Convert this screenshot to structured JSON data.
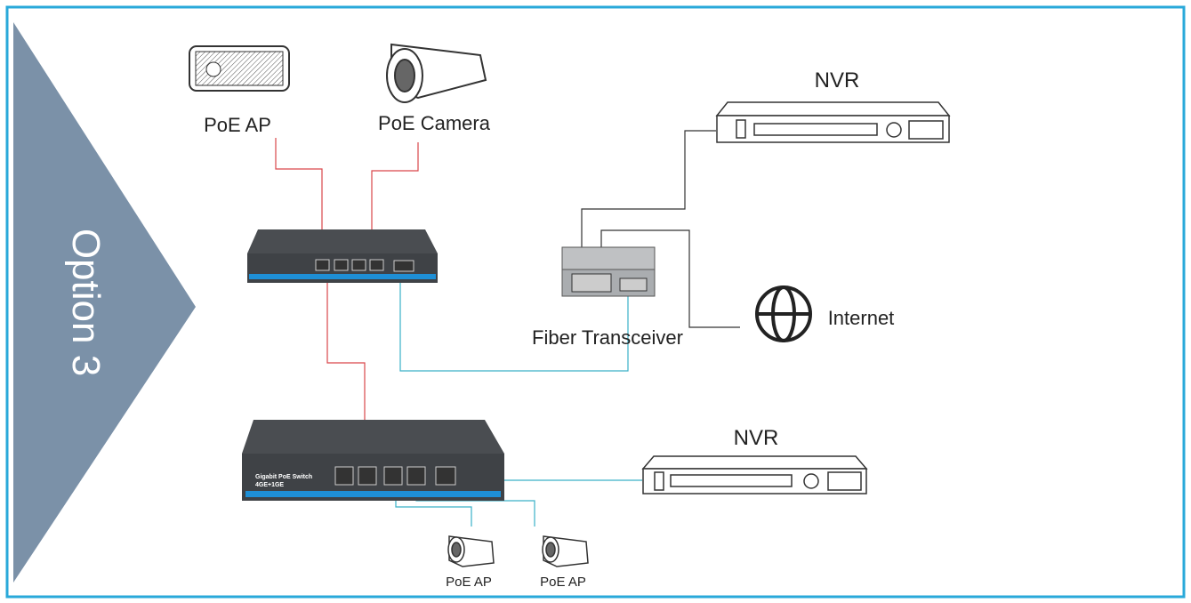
{
  "option_label": "Option 3",
  "devices": {
    "poe_ap_top": "PoE AP",
    "poe_camera_top": "PoE Camera",
    "nvr_top": "NVR",
    "fiber_transceiver": "Fiber Transceiver",
    "internet": "Internet",
    "nvr_bottom": "NVR",
    "poe_ap_bottom_1": "PoE AP",
    "poe_ap_bottom_2": "PoE AP"
  },
  "bottom_switch": {
    "name": "Gigabit PoE Switch",
    "model": "4GE+1GE"
  },
  "colors": {
    "frame": "#29a9da",
    "triangle": "#7b91a8",
    "poe_link": "#d9464a",
    "fiber_link": "#3ab0c8",
    "uplink": "#333333",
    "switch_body": "#3f4246",
    "switch_stripe": "#1e8fd6"
  }
}
